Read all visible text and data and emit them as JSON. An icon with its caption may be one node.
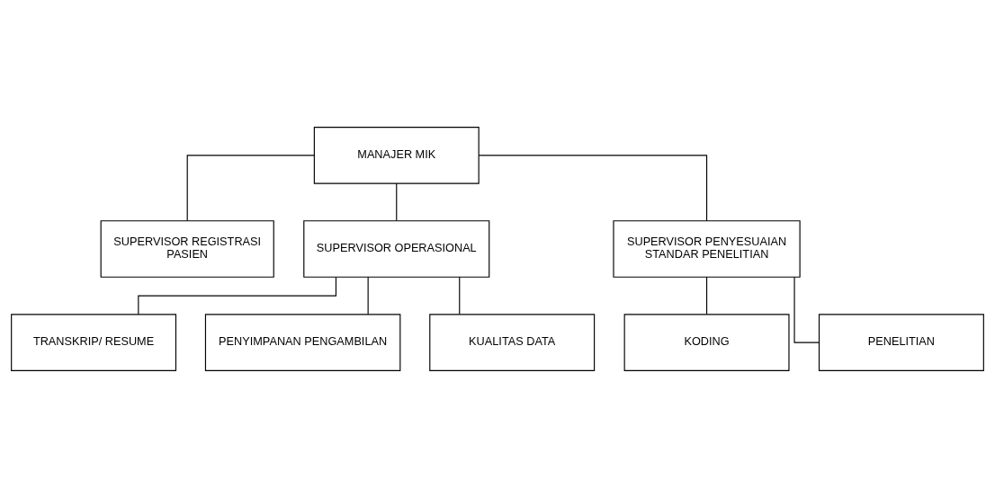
{
  "diagram": {
    "nodes": [
      {
        "text": [
          "MANAJER MIK"
        ]
      },
      {
        "text": [
          "SUPERVISOR REGISTRASI PASIEN"
        ]
      },
      {
        "text": [
          "SUPERVISOR OPERASIONAL"
        ]
      },
      {
        "text": [
          "TRANSKRIP/ RESUME"
        ]
      },
      {
        "text": [
          "PENYIMPANAN PENGAMBILAN"
        ]
      },
      {
        "text": [
          "KUALITAS DATA"
        ]
      },
      {
        "text": [
          "SUPERVISOR PENYESUAIAN STANDAR PENELITIAN"
        ]
      },
      {
        "text": [
          "KODING"
        ]
      },
      {
        "text": [
          "PENELITIAN"
        ]
      }
    ],
    "edges": [
      {
        "from": 0,
        "to": 1,
        "arrow": "none"
      },
      {
        "from": 0,
        "to": 2,
        "arrow": "none"
      },
      {
        "from": 0,
        "to": 6,
        "arrow": "none"
      },
      {
        "from": 2,
        "to": 3,
        "arrow": "none"
      },
      {
        "from": 2,
        "to": 4,
        "arrow": "none"
      },
      {
        "from": 2,
        "to": 5,
        "arrow": "none"
      },
      {
        "from": 6,
        "to": 7,
        "arrow": "none"
      },
      {
        "from": 6,
        "to": 8,
        "arrow": "none"
      }
    ]
  }
}
